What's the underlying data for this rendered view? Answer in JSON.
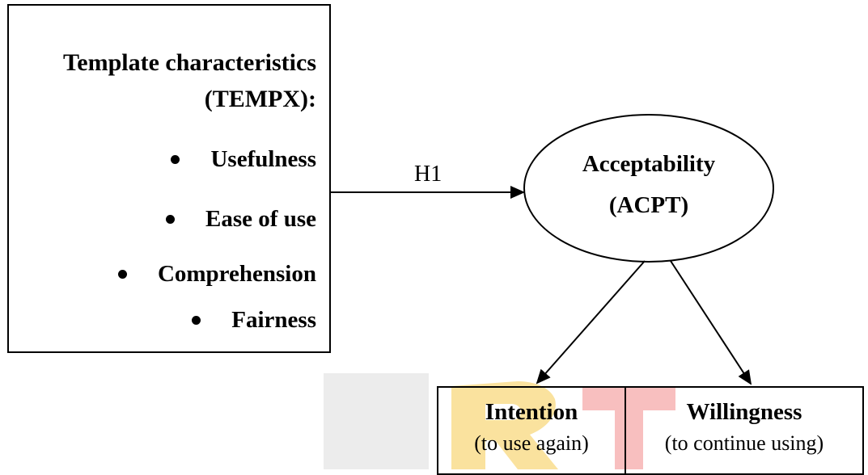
{
  "tempx": {
    "title_line1": "Template characteristics",
    "title_line2": "(TEMPX):",
    "items": [
      "Usefulness",
      "Ease of use",
      "Comprehension",
      "Fairness"
    ]
  },
  "link_label": "H1",
  "acceptability": {
    "line1": "Acceptability",
    "line2": "(ACPT)"
  },
  "intention": {
    "title": "Intention",
    "subtitle": "(to use again)"
  },
  "willingness": {
    "title": "Willingness",
    "subtitle": "(to continue using)"
  },
  "watermark": {
    "glyph_left": "R",
    "glyph_right": "T",
    "left_color": "#f5c84a",
    "right_color": "#f07070",
    "grey_color": "#d8d8d8"
  }
}
